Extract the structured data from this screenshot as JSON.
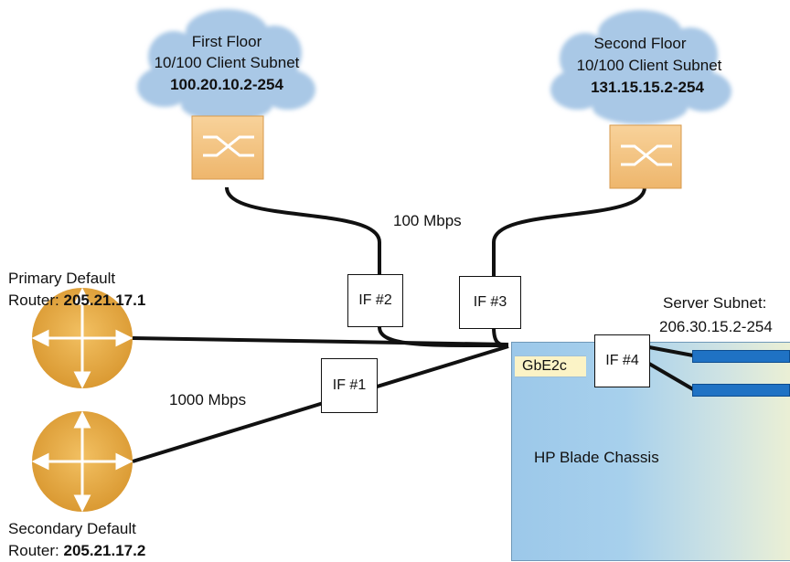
{
  "first_floor": {
    "title": "First Floor",
    "subnet_label": "10/100 Client Subnet",
    "ip_range": "100.20.10.2-254"
  },
  "second_floor": {
    "title": "Second Floor",
    "subnet_label": "10/100 Client Subnet",
    "ip_range": "131.15.15.2-254"
  },
  "speed_100": "100 Mbps",
  "speed_1000": "1000 Mbps",
  "primary_router": {
    "line1": "Primary Default",
    "prefix": "Router: ",
    "ip": "205.21.17.1"
  },
  "secondary_router": {
    "line1": "Secondary Default",
    "prefix": "Router: ",
    "ip": "205.21.17.2"
  },
  "interfaces": {
    "if1": "IF #1",
    "if2": "IF #2",
    "if3": "IF #3",
    "if4": "IF #4"
  },
  "switch_module": "GbE2c",
  "chassis_label": "HP Blade Chassis",
  "server_subnet": {
    "label": "Server Subnet:",
    "ip_range": "206.30.15.2-254"
  },
  "colors": {
    "cloud": "#a9c8e6",
    "switch": "#f4c17a",
    "router": "#e3a640",
    "server_bar": "#1f72c4"
  }
}
